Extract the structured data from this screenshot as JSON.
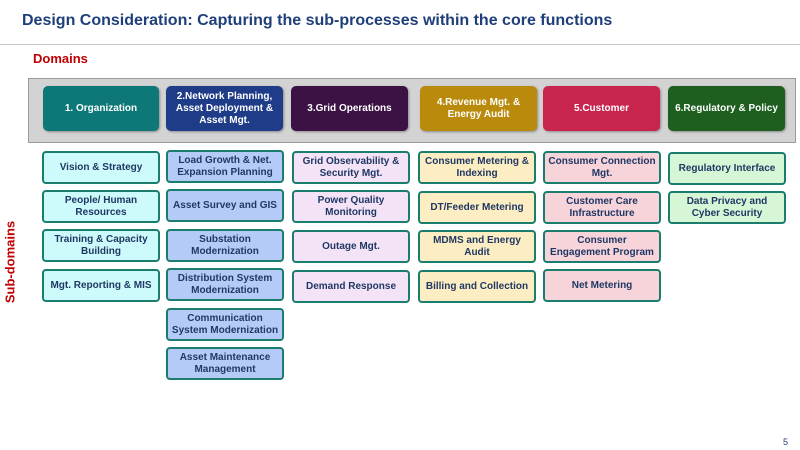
{
  "title": "Design Consideration: Capturing the sub-processes within the core functions",
  "domains_label": "Domains",
  "subdomains_label": "Sub-domains",
  "page_number": "5",
  "colors": {
    "title": "#1f3f7a",
    "accent_red": "#c00000",
    "sub_border": "#1b7d6d"
  },
  "domains": [
    {
      "label": "1. Organization",
      "color": "#0e7878"
    },
    {
      "label": "2.Network Planning, Asset Deployment & Asset Mgt.",
      "color": "#1f3c88"
    },
    {
      "label": "3.Grid Operations",
      "color": "#3c1245"
    },
    {
      "label": "4.Revenue Mgt. & Energy Audit",
      "color": "#b98a0b"
    },
    {
      "label": "5.Customer",
      "color": "#c8244e"
    },
    {
      "label": "6.Regulatory & Policy",
      "color": "#1e5e1e"
    }
  ],
  "subdomains": [
    [
      "Vision & Strategy",
      "People/ Human Resources",
      "Training & Capacity Building",
      "Mgt. Reporting & MIS"
    ],
    [
      "Load Growth & Net. Expansion Planning",
      "Asset Survey and GIS",
      "Substation Modernization",
      "Distribution System Modernization",
      "Communication System Modernization",
      "Asset Maintenance Management"
    ],
    [
      "Grid Observability & Security Mgt.",
      "Power Quality Monitoring",
      "Outage Mgt.",
      "Demand Response"
    ],
    [
      "Consumer Metering & Indexing",
      "DT/Feeder Metering",
      "MDMS and Energy Audit",
      "Billing  and Collection"
    ],
    [
      "Consumer Connection Mgt.",
      "Customer Care Infrastructure",
      "Consumer Engagement Program",
      "Net Metering"
    ],
    [
      "Regulatory Interface",
      "Data Privacy and Cyber Security"
    ]
  ]
}
